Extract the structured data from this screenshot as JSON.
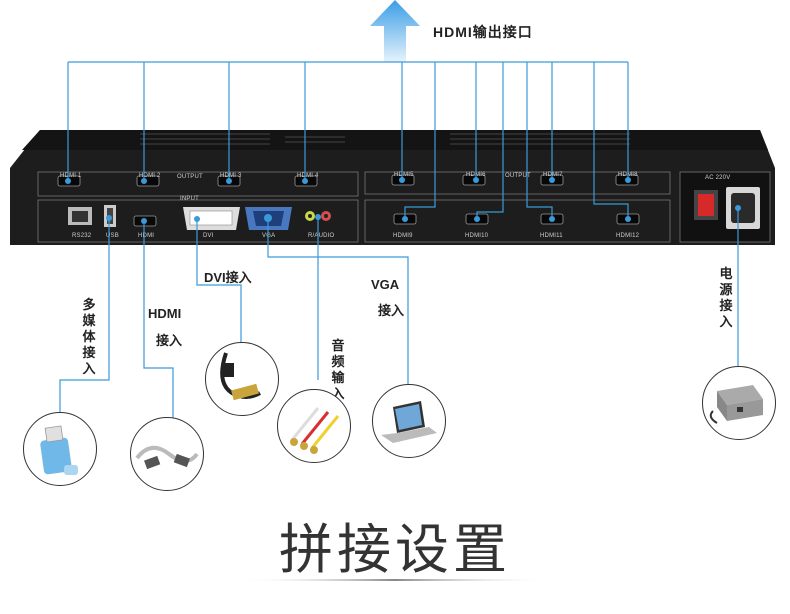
{
  "top_label": "HDMI输出接口",
  "title": "拼接设置",
  "labels": {
    "usb": "多媒体接入",
    "hdmi_a": "HDMI",
    "hdmi_b": "接入",
    "dvi": "DVI接入",
    "audio": "音频输入",
    "vga_a": "VGA",
    "vga_b": "接入",
    "power": "电源接入"
  },
  "panel": {
    "output": "OUTPUT",
    "input": "INPUT",
    "ac": "AC 220V",
    "ports_left": [
      "HDMI 1",
      "HDMI 2",
      "HDMI 3",
      "HDMI 4"
    ],
    "ports_right_top": [
      "HDMI5",
      "HDMI6",
      "HDMI7",
      "HDMI8"
    ],
    "ports_right_bottom": [
      "HDMI9",
      "HDMI10",
      "HDMI11",
      "HDMI12"
    ],
    "inputs": [
      "RS232",
      "USB",
      "HDMI",
      "DVI",
      "VGA",
      "R/AUDIO"
    ]
  },
  "colors": {
    "connector": "#3a9ad9",
    "panel": "#1b1b1b",
    "arrow": "#4aa8e8"
  }
}
